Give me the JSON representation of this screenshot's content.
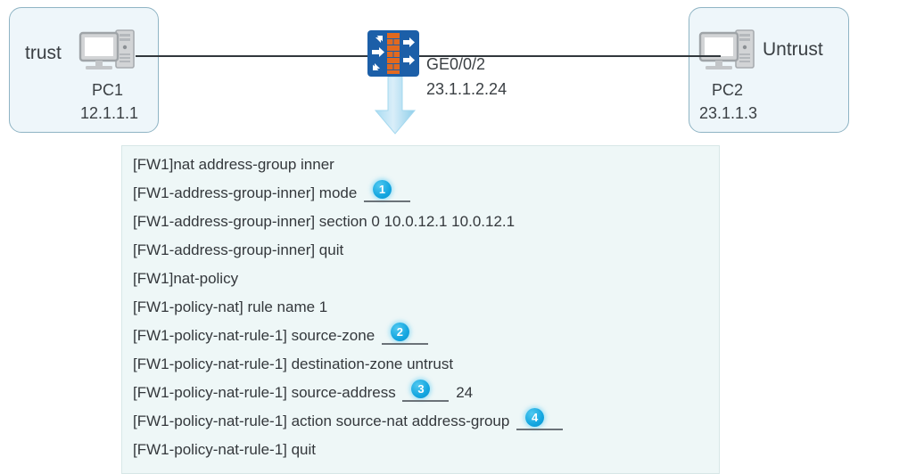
{
  "diagram": {
    "zones": [
      {
        "id": "trust",
        "label": "trust",
        "host_name": "PC1",
        "host_ip": "12.1.1.1",
        "icon": "pc-icon"
      },
      {
        "id": "untrust",
        "label": "Untrust",
        "host_name": "PC2",
        "host_ip": "23.1.1.3",
        "icon": "pc-icon"
      }
    ],
    "firewall": {
      "icon": "firewall-icon",
      "interface_name": "GE0/0/2",
      "interface_ip": "23.1.1.2.24",
      "flow_arrow": "down-arrow-icon"
    },
    "colors": {
      "zone_fill": "#eef6fa",
      "zone_border": "#8fb4c4",
      "link": "#31373c",
      "firewall_blue": "#1c5fa8",
      "firewall_brick": "#e2691f",
      "arrow_blue": "#bfe4f5",
      "badge_blue": "#14a6e0",
      "panel_fill": "#eef7f7"
    }
  },
  "config": {
    "lines": [
      {
        "text": "[FW1]nat address-group inner"
      },
      {
        "text": "[FW1-address-group-inner] mode ",
        "blank": true,
        "badge": "1"
      },
      {
        "text": "[FW1-address-group-inner] section 0 10.0.12.1 10.0.12.1"
      },
      {
        "text": "[FW1-address-group-inner] quit"
      },
      {
        "text": "[FW1]nat-policy"
      },
      {
        "text": "[FW1-policy-nat] rule name 1"
      },
      {
        "text": "[FW1-policy-nat-rule-1] source-zone ",
        "blank": true,
        "badge": "2"
      },
      {
        "text": "[FW1-policy-nat-rule-1] destination-zone untrust"
      },
      {
        "text": "[FW1-policy-nat-rule-1] source-address ",
        "blank": true,
        "badge": "3",
        "suffix": " 24"
      },
      {
        "text": "[FW1-policy-nat-rule-1] action source-nat address-group ",
        "blank": true,
        "badge": "4"
      },
      {
        "text": "[FW1-policy-nat-rule-1] quit"
      }
    ]
  }
}
